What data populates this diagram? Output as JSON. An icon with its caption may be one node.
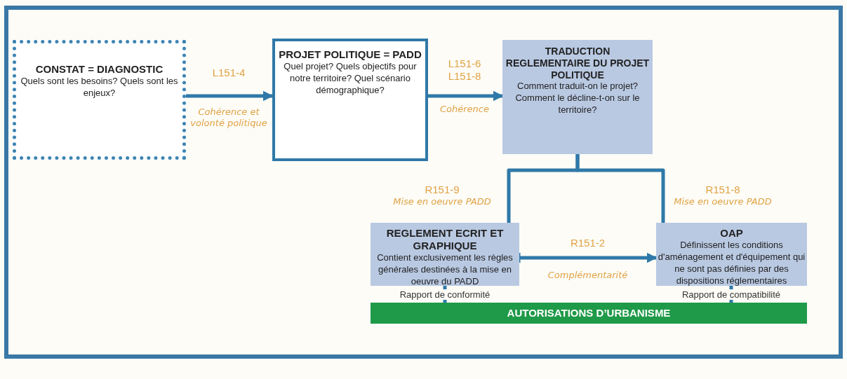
{
  "diagram": {
    "nodes": [
      {
        "text": [
          "CONSTAT = DIAGNOSTIC",
          "Quels sont les besoins? Quels sont les enjeux?"
        ]
      },
      {
        "text": [
          "PROJET POLITIQUE = PADD",
          "Quel projet? Quels objectifs pour notre territoire? Quel scénario démographique?"
        ]
      },
      {
        "text": [
          "TRADUCTION REGLEMENTAIRE DU PROJET POLITIQUE",
          "Comment traduit-on le projet? Comment le décline-t-on sur le territoire?"
        ]
      },
      {
        "text": [
          "REGLEMENT ECRIT ET GRAPHIQUE",
          "Contient exclusivement les règles générales destinées à la mise en oeuvre du PADD"
        ]
      },
      {
        "text": [
          "OAP",
          "Définissent les conditions d'aménagement et d'équipement qui ne sont pas définies par des dispositions réglementaires"
        ]
      },
      {
        "text": [
          "AUTORISATIONS D’URBANISME"
        ]
      }
    ],
    "edges": [
      {
        "from": 0,
        "to": 1,
        "arrow": "to",
        "label": "L151-4"
      },
      {
        "from": 1,
        "to": 2,
        "arrow": "to",
        "label": "L151-6 L151-8"
      },
      {
        "from": 2,
        "to": 3,
        "arrow": "none",
        "label": "R151-9"
      },
      {
        "from": 2,
        "to": 4,
        "arrow": "none",
        "label": "R151-8"
      },
      {
        "from": 3,
        "to": 4,
        "arrow": "both",
        "label": "R151-2"
      },
      {
        "from": 3,
        "to": 5,
        "arrow": "none",
        "label": "Rapport de conformité"
      },
      {
        "from": 4,
        "to": 5,
        "arrow": "none",
        "label": "Rapport de compatibilité"
      }
    ],
    "labels": [
      "Cohérence et volonté politique",
      "Cohérence",
      "Mise en oeuvre PADD",
      "Mise en oeuvre PADD",
      "Complémentarité"
    ]
  }
}
